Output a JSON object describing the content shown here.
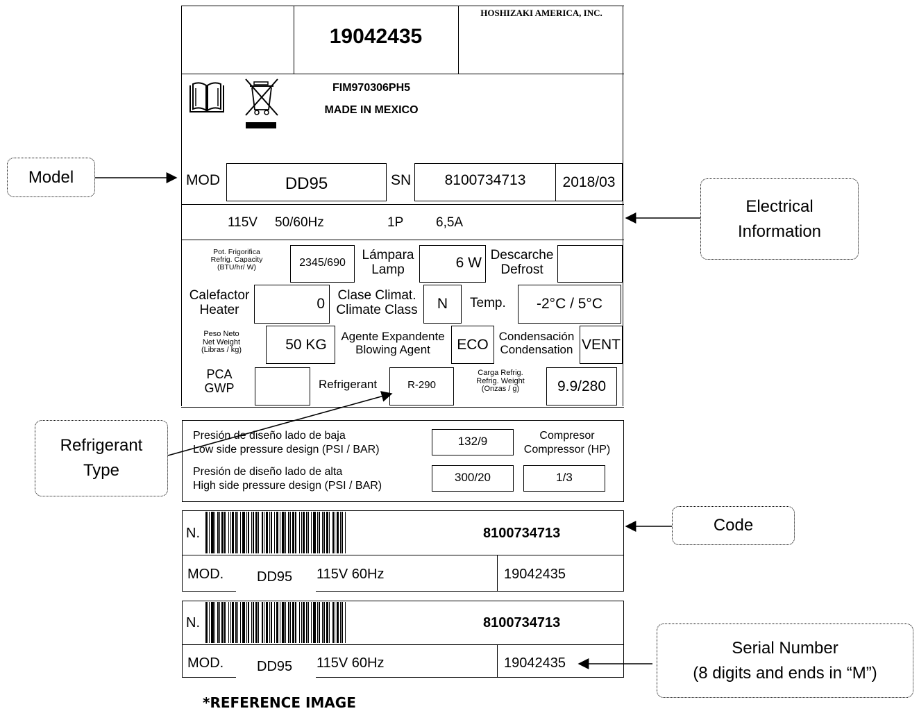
{
  "label": {
    "part_number": "19042435",
    "manufacturer": "HOSHIZAKI AMERICA, INC.",
    "code_line": "FIM970306PH5",
    "origin": "MADE IN MEXICO",
    "mod_label": "MOD",
    "model": "DD95",
    "sn_label": "SN",
    "serial": "8100734713",
    "date": "2018/03",
    "electrical": {
      "voltage": "115V",
      "frequency": "50/60Hz",
      "phase": "1P",
      "current": "6,5A"
    },
    "specs": {
      "capacity_label": [
        "Pot. Frigorifica",
        "Refrig. Capacity",
        "(BTU/hr/ W)"
      ],
      "capacity": "2345/690",
      "lamp_label": [
        "Lámpara",
        "Lamp"
      ],
      "lamp": "6 W",
      "defrost_label": [
        "Descarche",
        "Defrost"
      ],
      "defrost": "",
      "heater_label": [
        "Calefactor",
        "Heater"
      ],
      "heater": "0",
      "climate_label": [
        "Clase Climat.",
        "Climate Class"
      ],
      "climate": "N",
      "temp_label": "Temp.",
      "temp": "-2°C / 5°C",
      "weight_label": [
        "Peso Neto",
        "Net Weight",
        "(Libras / kg)"
      ],
      "weight": "50 KG",
      "blowing_label": [
        "Agente Expandente",
        "Blowing Agent"
      ],
      "blowing": "ECO",
      "condensation_label": [
        "Condensación",
        "Condensation"
      ],
      "condensation": "VENT",
      "gwp_label": [
        "PCA",
        "GWP"
      ],
      "gwp": "",
      "refrigerant_label": "Refrigerant",
      "refrigerant": "R-290",
      "charge_label": [
        "Carga Refrig.",
        "Refrig. Weight",
        "(Onzas / g)"
      ],
      "charge": "9.9/280"
    },
    "pressure": {
      "low_label": [
        "Presión de diseño lado de baja",
        "Low side pressure design (PSI / BAR)"
      ],
      "low": "132/9",
      "high_label": [
        "Presión de diseño lado de alta",
        "High side pressure design (PSI / BAR)"
      ],
      "high": "300/20",
      "compressor_label": [
        "Compresor",
        "Compressor (HP)"
      ],
      "compressor": "1/3"
    },
    "barcode_blocks": [
      {
        "n_label": "N.",
        "number": "8100734713",
        "mod_label": "MOD.",
        "model": "DD95",
        "electric": "115V 60Hz",
        "serial": "19042435"
      },
      {
        "n_label": "N.",
        "number": "8100734713",
        "mod_label": "MOD.",
        "model": "DD95",
        "electric": "115V 60Hz",
        "serial": "19042435"
      }
    ]
  },
  "callouts": {
    "model": "Model",
    "electrical": [
      "Electrical",
      "Information"
    ],
    "refrigerant": [
      "Refrigerant",
      "Type"
    ],
    "code": "Code",
    "serial": [
      "Serial Number",
      "(8 digits and ends in “M”)"
    ]
  },
  "footer": "*REFERENCE IMAGE",
  "icons": [
    "manual-book-icon",
    "weee-crossed-bin-icon"
  ]
}
